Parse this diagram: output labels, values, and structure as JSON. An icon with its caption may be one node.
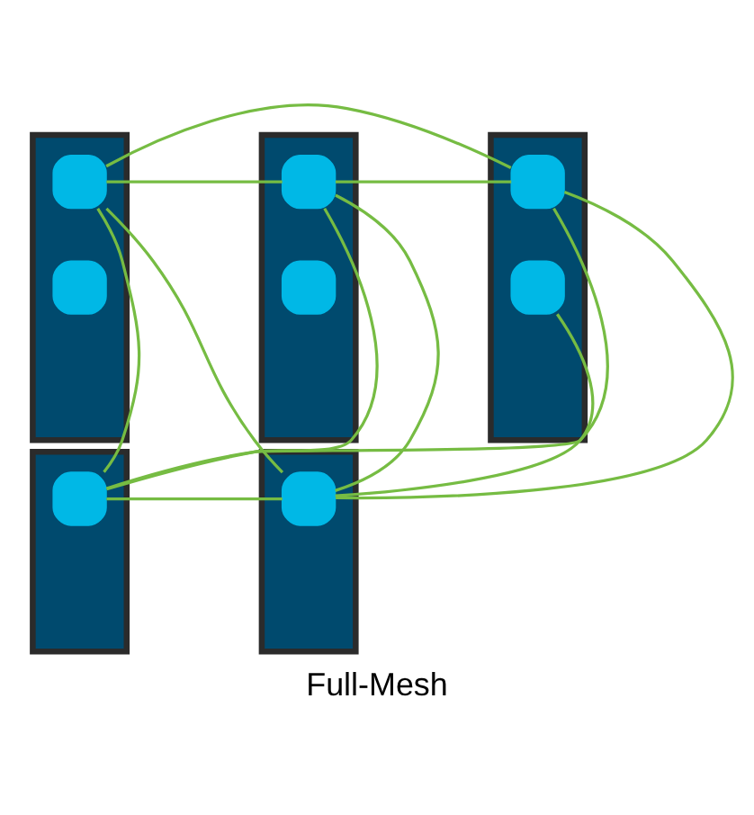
{
  "diagram": {
    "caption": "Full-Mesh",
    "nodes": [
      {
        "text": [],
        "shape": "box"
      },
      {
        "text": [],
        "shape": "box",
        "in": 0
      },
      {
        "text": [],
        "shape": "box",
        "in": 0
      },
      {
        "text": [],
        "shape": "box"
      },
      {
        "text": [],
        "shape": "box",
        "in": 3
      },
      {
        "text": [],
        "shape": "box",
        "in": 3
      },
      {
        "text": [],
        "shape": "box"
      },
      {
        "text": [],
        "shape": "box",
        "in": 6
      },
      {
        "text": [],
        "shape": "box",
        "in": 6
      },
      {
        "text": [],
        "shape": "box"
      },
      {
        "text": [],
        "shape": "box",
        "in": 9
      },
      {
        "text": [],
        "shape": "box"
      },
      {
        "text": [],
        "shape": "box",
        "in": 11
      }
    ],
    "edges": [
      {
        "from": 1,
        "to": 4,
        "arrow": "none",
        "color": "#76bc43"
      },
      {
        "from": 1,
        "to": 7,
        "arrow": "none",
        "color": "#76bc43"
      },
      {
        "from": 4,
        "to": 7,
        "arrow": "none",
        "color": "#76bc43"
      },
      {
        "from": 1,
        "to": 10,
        "arrow": "none",
        "color": "#76bc43"
      },
      {
        "from": 1,
        "to": 12,
        "arrow": "none",
        "color": "#76bc43"
      },
      {
        "from": 4,
        "to": 10,
        "arrow": "none",
        "color": "#76bc43"
      },
      {
        "from": 4,
        "to": 12,
        "arrow": "none",
        "color": "#76bc43"
      },
      {
        "from": 7,
        "to": 10,
        "arrow": "none",
        "color": "#76bc43"
      },
      {
        "from": 7,
        "to": 12,
        "arrow": "none",
        "color": "#76bc43"
      },
      {
        "from": 10,
        "to": 12,
        "arrow": "none",
        "color": "#76bc43"
      },
      {
        "from": 8,
        "to": 12,
        "arrow": "none",
        "color": "#76bc43"
      }
    ]
  }
}
